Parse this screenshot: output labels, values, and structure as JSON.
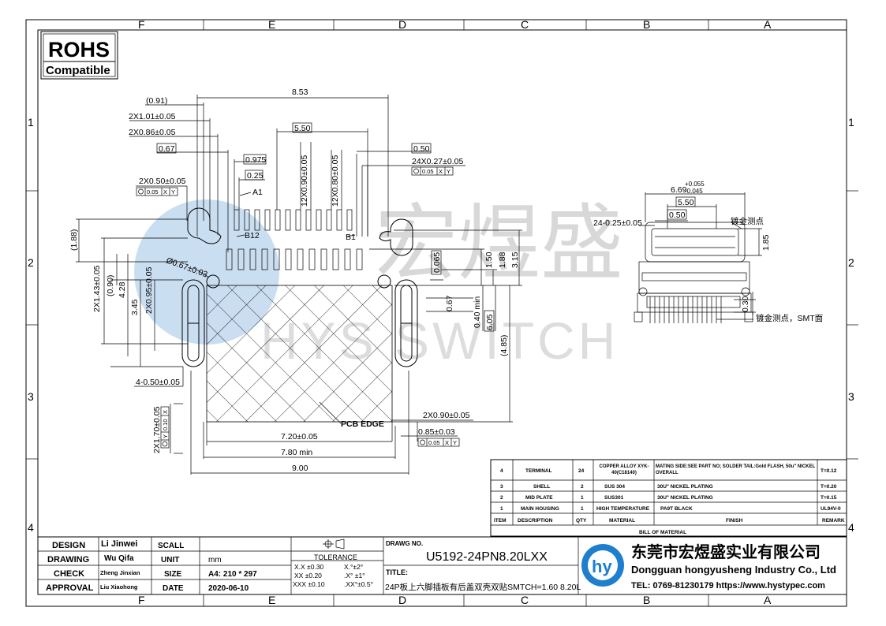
{
  "grid": {
    "cols_top": [
      "F",
      "E",
      "D",
      "C",
      "B",
      "A"
    ],
    "cols_bottom": [
      "F",
      "E",
      "D",
      "C",
      "B",
      "A"
    ],
    "rows_left": [
      "1",
      "2",
      "3",
      "4"
    ],
    "rows_right": [
      "1",
      "2",
      "3",
      "4"
    ]
  },
  "rohs": {
    "title": "ROHS",
    "subtitle": "Compatible"
  },
  "watermark": {
    "cn": "宏煜盛",
    "en": "HYS SWITCH"
  },
  "dims": {
    "d_853": "8.53",
    "d_091": "(0.91)",
    "d_2x101": "2X1.01±0.05",
    "d_2x086": "2X0.86±0.05",
    "d_067": "0.67",
    "d_550": "5.50",
    "d_0975": "0.975",
    "d_025": "0.25",
    "d_12x090": "12X0.90±0.05",
    "d_12x080": "12X0.80±0.05",
    "d_050": "0.50",
    "d_24x027": "24X0.27±0.05",
    "d_2x050": "2X0.50±0.05",
    "d_a1": "A1",
    "d_b12": "B12",
    "d_b1": "B1",
    "d_188p": "(1.88)",
    "d_315": "3.15",
    "d_188": "1.88",
    "d_150": "1.50",
    "d_0065": "0.065",
    "d_phi067": "Ø0.67±0.03",
    "d_2x143": "2X1.43±0.05",
    "d_090p": "(0.90)",
    "d_428": "4.28",
    "d_2x095": "2X0.95±0.05",
    "d_345": "3.45",
    "d_067b": "0.67",
    "d_040": "0.40 min",
    "d_605": "6.05",
    "d_485": "(4.85)",
    "d_4x050": "4-0.50±0.05",
    "d_2x170": "2X1.70±0.05",
    "d_pcb": "PCB EDGE",
    "d_2x090b": "2X0.90±0.05",
    "d_085": "0.85±0.03",
    "d_720": "7.20±0.05",
    "d_780": "7.80 min",
    "d_900": "9.00",
    "gd_005": "0.05",
    "gd_x": "X",
    "gd_y": "Y",
    "gd_010": "0.10"
  },
  "side_view": {
    "d_669": "6.69",
    "d_669_tol_up": "+0.055",
    "d_669_tol_dn": "-0.045",
    "d_550": "5.50",
    "d_050": "0.50",
    "d_24x025": "24-0.25±0.05",
    "d_185": "1.85",
    "d_030": "0.30",
    "note1": "镀金测点",
    "note2": "镀金测点，SMT面"
  },
  "bom": {
    "caption": "BILL OF MATERIAL",
    "headers": [
      "ITEM",
      "DESCRIPTION",
      "QTY",
      "MATERIAL",
      "FINISH",
      "REMARK"
    ],
    "rows": [
      [
        "4",
        "TERMINAL",
        "24",
        "COPPER ALLOY XYK-40(C18140)",
        "MATING SIDE:SEE PART NO; SOLDER TAIL:Gold FLASH, 50u\" NICKEL OVERALL",
        "T=0.12"
      ],
      [
        "3",
        "SHELL",
        "2",
        "SUS 304",
        "30U\" NICKEL PLATING",
        "T=0.20"
      ],
      [
        "2",
        "MID PLATE",
        "1",
        "SUS301",
        "30U\" NICKEL PLATING",
        "T=0.15"
      ],
      [
        "1",
        "MAIN HOUSING",
        "1",
        "HIGH TEMPERATURE",
        "PA9T BLACK",
        "UL94V-0"
      ]
    ]
  },
  "title_block": {
    "design_lbl": "DESIGN",
    "design_val": "Li Jinwei",
    "scale_lbl": "SCALL",
    "drawing_lbl": "DRAWING",
    "drawing_val": "Wu Qifa",
    "unit_lbl": "UNIT",
    "unit_val": "mm",
    "check_lbl": "CHECK",
    "check_val": "Zheng Jinxian",
    "size_lbl": "SIZE",
    "size_val": "A4: 210 * 297",
    "approval_lbl": "APPROVAL",
    "approval_val": "Liu Xiaohong",
    "date_lbl": "DATE",
    "date_val": "2020-06-10",
    "tol_title": "TOLERANCE",
    "tol_rows": [
      [
        "X.X  ±0.30",
        "X.°±2°"
      ],
      [
        "XX  ±0.20",
        ".X° ±1°"
      ],
      [
        "XXX  ±0.10",
        ".XX°±0.5°"
      ]
    ],
    "drawing_no_lbl": "DRAWG NO.",
    "drawing_no": "U5192-24PN8.20LXX",
    "title_lbl": "TITLE:",
    "title_val": "24P板上六脚插板有后盖双壳双贴SMTCH=1.60 8.20L",
    "company_cn": "东莞市宏煜盛实业有限公司",
    "company_en": "Dongguan hongyusheng Industry Co., Ltd",
    "contact": "TEL: 0769-81230179   https://www.hystypec.com",
    "logo_glyph": "hy"
  },
  "colors": {
    "watermark": "#9fc3e6",
    "logo": "#1f7fcf"
  }
}
